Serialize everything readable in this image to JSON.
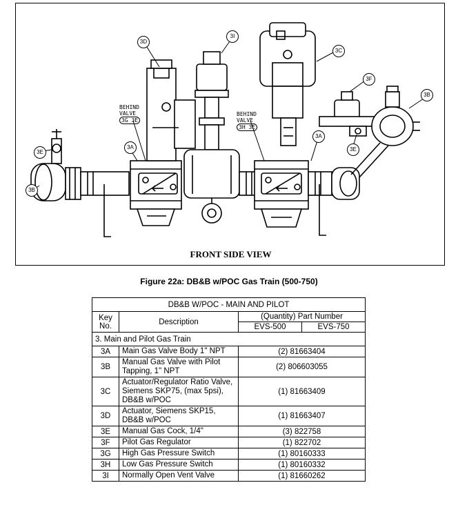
{
  "drawing": {
    "view_title": "FRONT SIDE VIEW",
    "callouts": [
      "3D",
      "3I",
      "3C",
      "3F",
      "3B",
      "3A",
      "3A",
      "3E",
      "3B",
      "3E"
    ],
    "behind_valve_left": {
      "line1": "BEHIND",
      "line2": "VALVE",
      "tags": "3G 3E"
    },
    "behind_valve_right": {
      "line1": "BEHIND",
      "line2": "VALVE",
      "tags": "3H 3E"
    }
  },
  "figure_caption": "Figure 22a:  DB&B w/POC Gas Train (500-750)",
  "table": {
    "title": "DB&B W/POC - MAIN AND PILOT",
    "headers": {
      "key": "Key No.",
      "description": "Description",
      "part_number": "(Quantity) Part Number",
      "model1": "EVS-500",
      "model2": "EVS-750"
    },
    "section": "3. Main and Pilot Gas Train",
    "rows": [
      {
        "key": "3A",
        "description": "Main Gas Valve Body 1\" NPT",
        "part": "(2) 81663404"
      },
      {
        "key": "3B",
        "description": "Manual Gas Valve with Pilot Tapping, 1\" NPT",
        "part": "(2) 806603055"
      },
      {
        "key": "3C",
        "description": "Actuator/Regulator Ratio Valve, Siemens SKP75, (max 5psi), DB&B w/POC",
        "part": "(1) 81663409"
      },
      {
        "key": "3D",
        "description": "Actuator, Siemens SKP15, DB&B w/POC",
        "part": "(1) 81663407"
      },
      {
        "key": "3E",
        "description": "Manual Gas Cock, 1/4\"",
        "part": "(3) 822758"
      },
      {
        "key": "3F",
        "description": "Pilot Gas Regulator",
        "part": "(1) 822702"
      },
      {
        "key": "3G",
        "description": "High Gas Pressure Switch",
        "part": "(1) 80160333"
      },
      {
        "key": "3H",
        "description": "Low Gas Pressure Switch",
        "part": "(1) 80160332"
      },
      {
        "key": "3I",
        "description": "Normally Open Vent Valve",
        "part": "(1) 81660262"
      }
    ]
  }
}
